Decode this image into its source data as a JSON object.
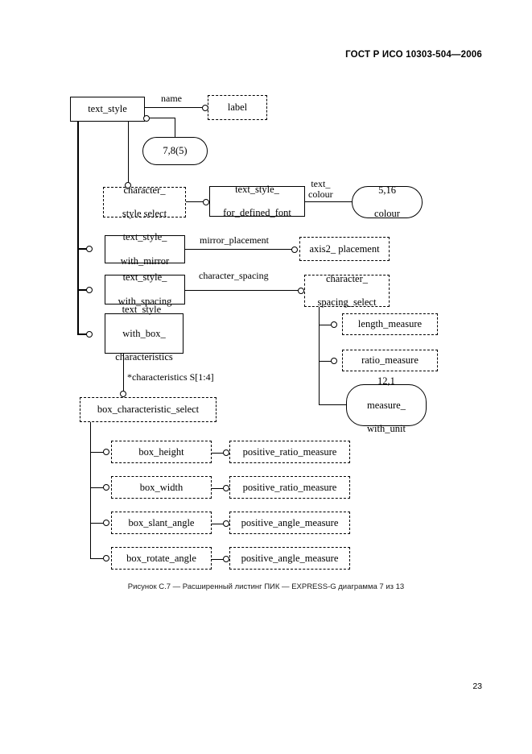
{
  "document": {
    "header_standard": "ГОСТ Р ИСО 10303-504—2006",
    "page_number": "23",
    "figure_caption": "Рисунок С.7 — Расширенный листинг ПИК — EXPRESS-G диаграмма 7 из 13"
  },
  "diagram": {
    "type": "EXPRESS-G",
    "nodes": {
      "text_style": "text_style",
      "label": "label",
      "page_ref_78": "7,8(5)",
      "character_style_select_l1": "character_",
      "character_style_select_l2": "style  select",
      "text_style_for_defined_font_l1": "text_style_",
      "text_style_for_defined_font_l2": "for_defined_font",
      "colour_ref_l1": "5,16",
      "colour_ref_l2": "colour",
      "text_style_with_mirror_l1": "text_style_",
      "text_style_with_mirror_l2": "with_mirror",
      "axis2_placement": "axis2_ placement",
      "text_style_with_spacing_l1": "text_style_",
      "text_style_with_spacing_l2": "with_spacing",
      "character_spacing_select_l1": "character_",
      "character_spacing_select_l2": "spacing_select",
      "text_style_with_box_l1": "text_style_",
      "text_style_with_box_l2": "with_box_",
      "text_style_with_box_l3": "characteristics",
      "length_measure": "length_measure",
      "ratio_measure": "ratio_measure",
      "measure_with_unit_l1": "12,1",
      "measure_with_unit_l2": "measure_",
      "measure_with_unit_l3": "with_unit",
      "box_characteristic_select": "box_characteristic_select",
      "box_height": "box_height",
      "box_width": "box_width",
      "box_slant_angle": "box_slant_angle",
      "box_rotate_angle": "box_rotate_angle",
      "positive_ratio_measure_1": "positive_ratio_measure",
      "positive_ratio_measure_2": "positive_ratio_measure",
      "positive_angle_measure_1": "positive_angle_measure",
      "positive_angle_measure_2": "positive_angle_measure"
    },
    "edge_labels": {
      "name": "name",
      "text_colour_l1": "text_",
      "text_colour_l2": "colour",
      "mirror_placement": "mirror_placement",
      "character_spacing": "character_spacing",
      "characteristics": "*characteristics S[1:4]"
    }
  }
}
